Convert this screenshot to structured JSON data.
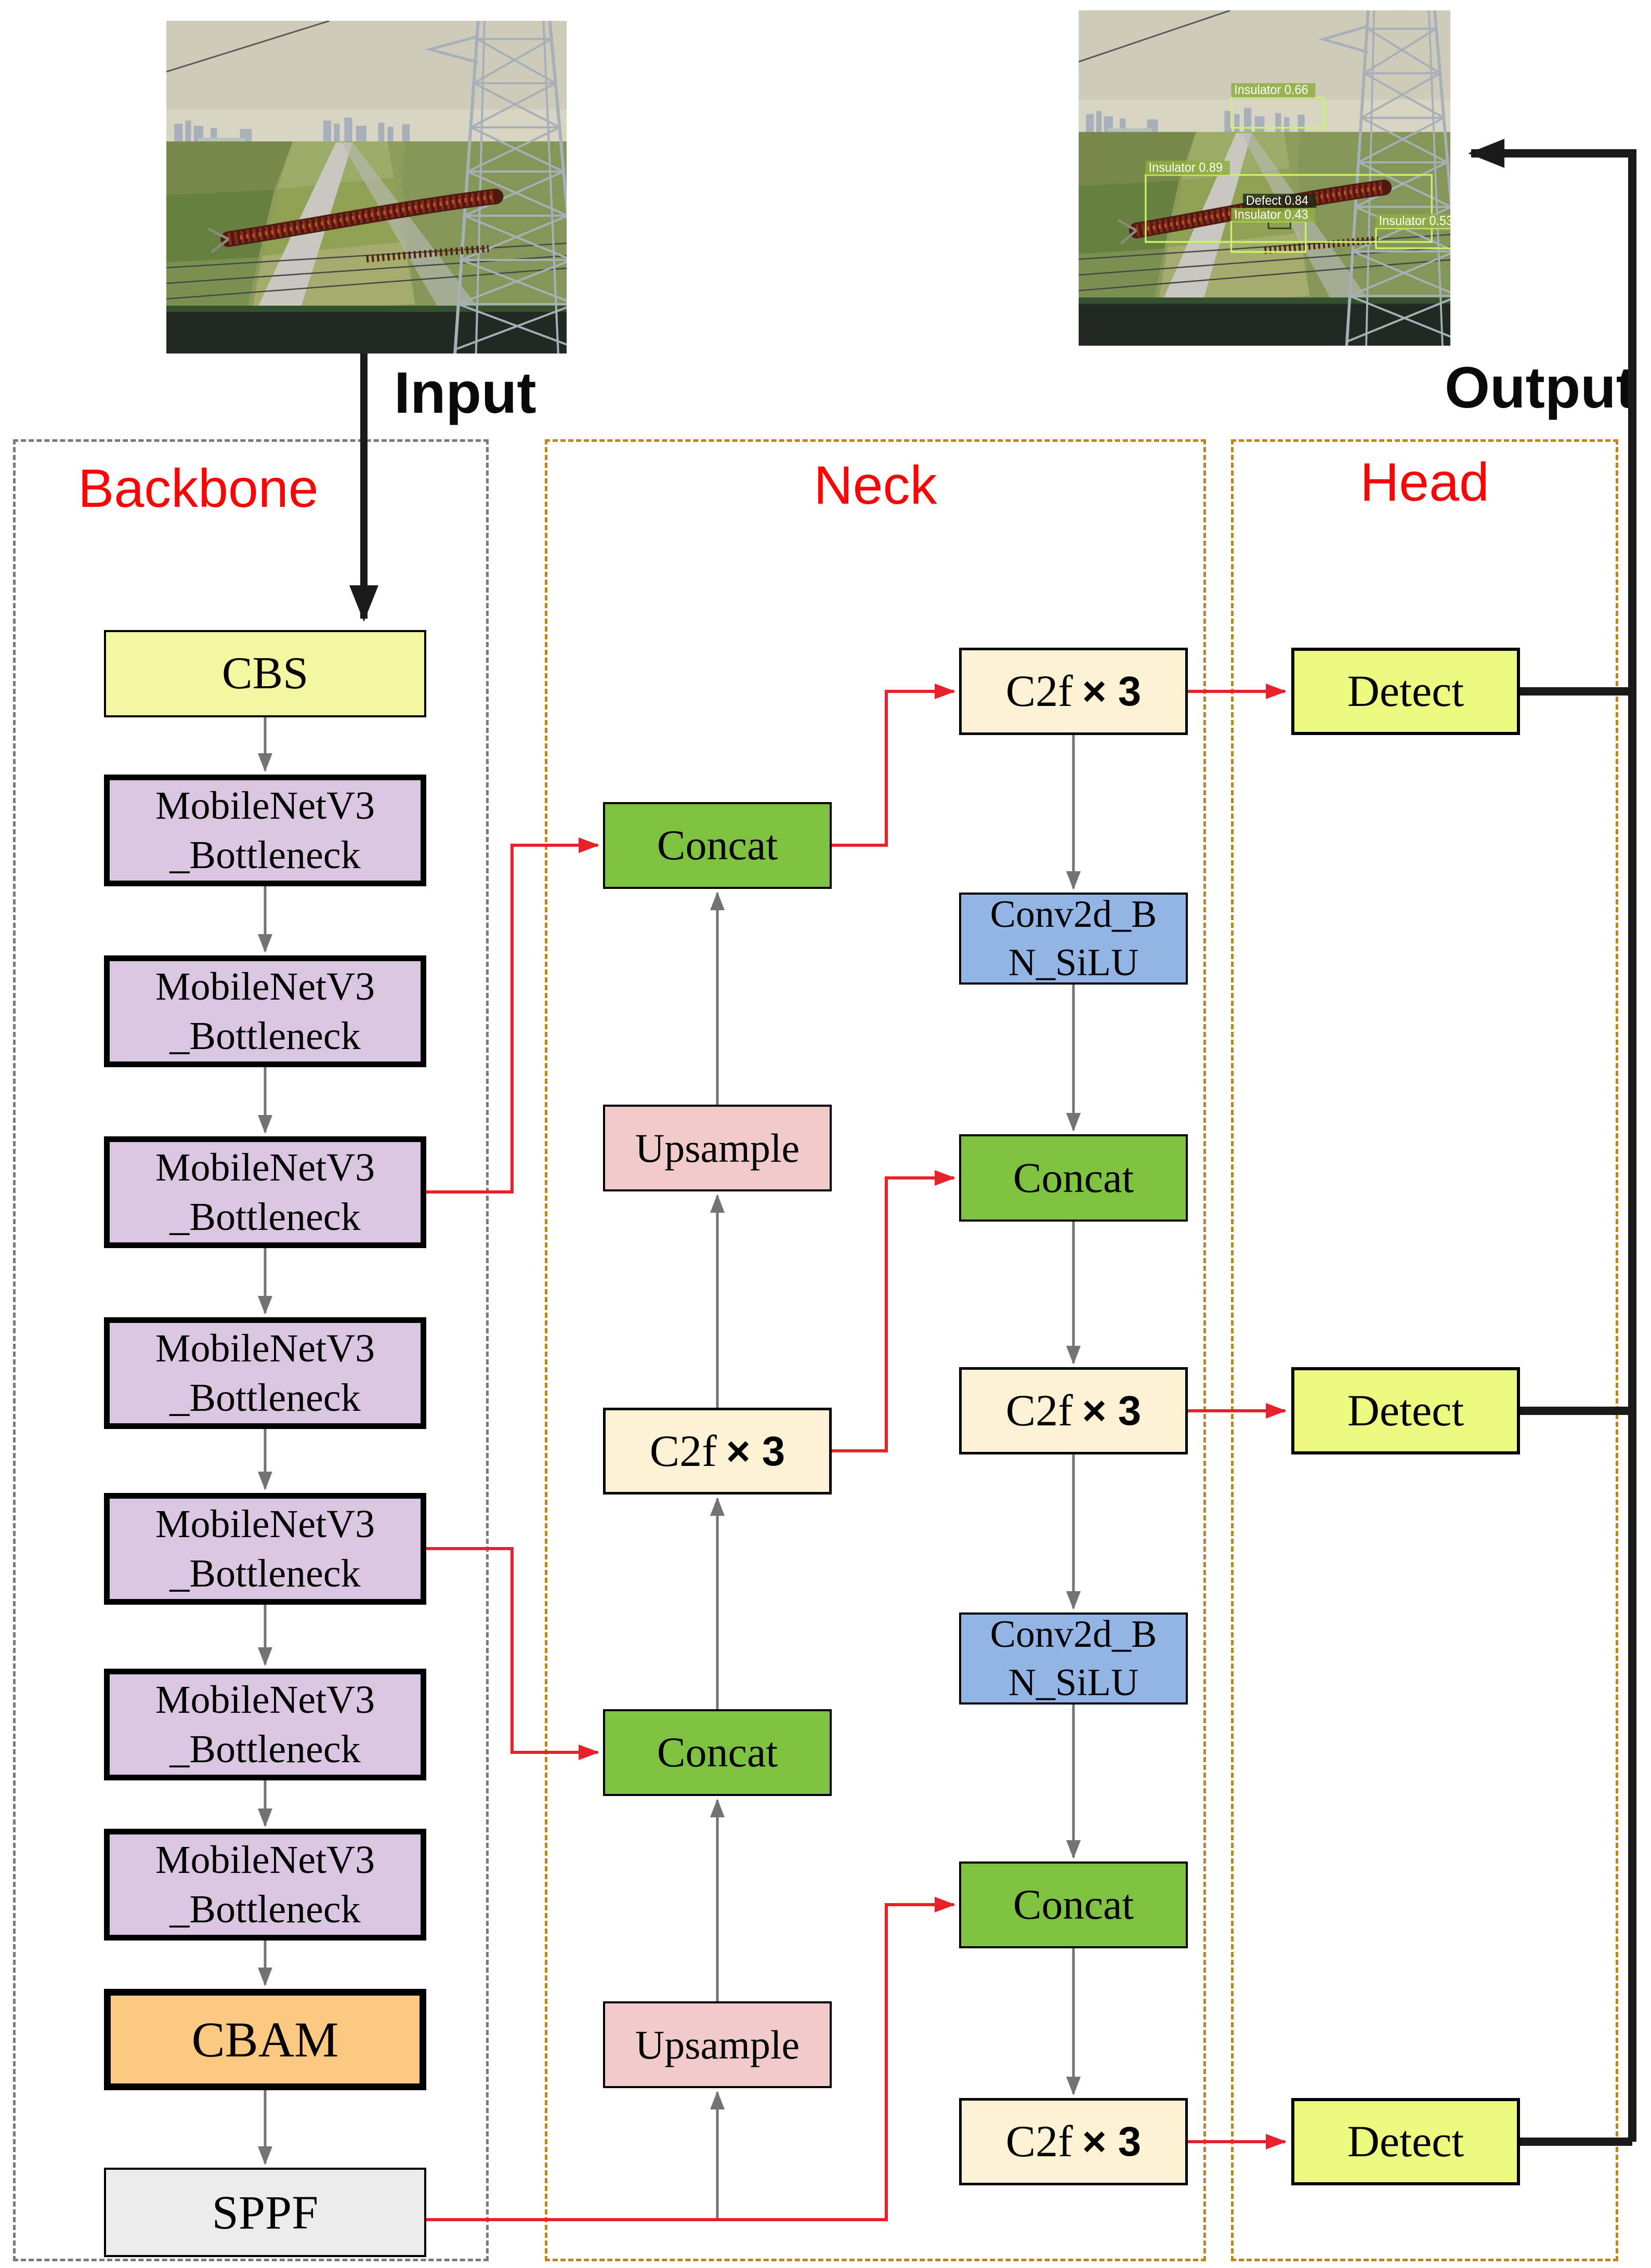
{
  "figure": {
    "input_label": "Input",
    "output_label": "Output"
  },
  "panels": {
    "backbone": {
      "label": "Backbone",
      "blocks": {
        "cbs": "CBS",
        "bottleneck": "MobileNetV3\n_Bottleneck",
        "bottleneck_count": 7,
        "cbam": "CBAM",
        "sppf": "SPPF"
      }
    },
    "neck": {
      "label": "Neck",
      "blocks": {
        "concat": "Concat",
        "upsample": "Upsample",
        "c2f": "C2f",
        "c2f_times": "× 3",
        "conv2d": "Conv2d_B\nN_SiLU"
      }
    },
    "head": {
      "label": "Head",
      "blocks": {
        "detect": "Detect"
      }
    }
  },
  "detections": [
    {
      "label": "Insulator 0.66"
    },
    {
      "label": "Insulator 0.89"
    },
    {
      "label": "Defect 0.84"
    },
    {
      "label": "Insulator 0.43"
    },
    {
      "label": "Insulator 0.53"
    }
  ],
  "colors": {
    "panel_backbone_border": "#7a7a7a",
    "panel_neck_head_border": "#bd8624",
    "panel_label_red": "#fa0505",
    "arrow_gray": "#737373",
    "arrow_red": "#e8202a",
    "arrow_black": "#1a1a1a",
    "block_cbs": "#f3f7a0",
    "block_bottleneck": "#dbc6e2",
    "block_cbam": "#fbc981",
    "block_sppf": "#ececec",
    "block_concat": "#7fc242",
    "block_upsample": "#f1caca",
    "block_c2f": "#fdf2d4",
    "block_conv2d": "#92b5e5",
    "block_detect": "#edf87e",
    "detection_box": "#ccf16a"
  }
}
